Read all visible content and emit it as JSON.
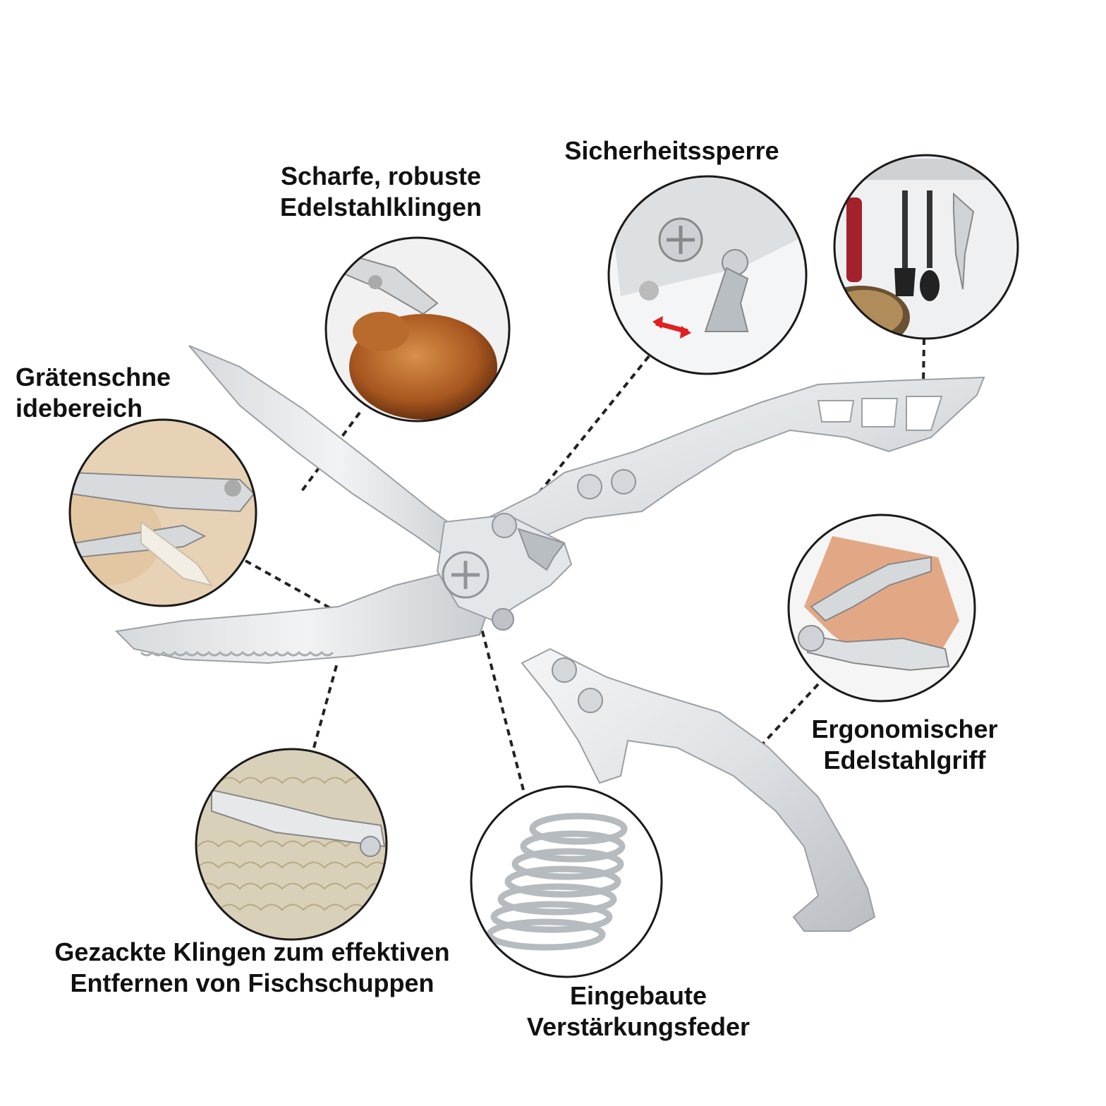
{
  "labels": {
    "blades": {
      "line1": "Scharfe, robuste",
      "line2": "Edelstahlklingen"
    },
    "lock": {
      "line1": "Sicherheitssperre"
    },
    "bone": {
      "line1": "Grätenschne",
      "line2": "idebereich"
    },
    "handle": {
      "line1": "Ergonomischer",
      "line2": "Edelstahlgriff"
    },
    "serrated": {
      "line1": "Gezackte Klingen zum effektiven",
      "line2": "Entfernen von Fischschuppen"
    },
    "spring": {
      "line1": "Eingebaute",
      "line2": "Verstärkungsfeder"
    }
  },
  "colors": {
    "steel_light": "#eceef0",
    "steel_mid": "#c9cdd1",
    "steel_dark": "#8e949a",
    "callout_border": "#1a1a1a",
    "arrow_red": "#e02020",
    "chicken": "#b5652a"
  },
  "icons": [
    "scissors",
    "roast-chicken",
    "safety-lock",
    "hanging-utensils",
    "hand-grip",
    "bone-cutting",
    "fish-scales",
    "coil-spring",
    "screw"
  ]
}
